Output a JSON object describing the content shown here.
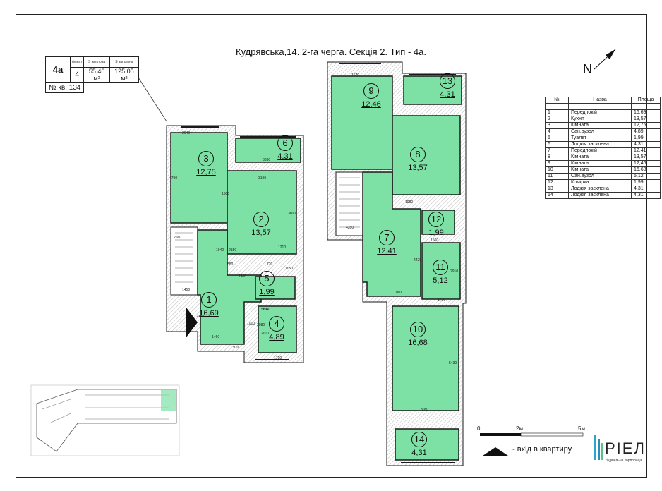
{
  "title": "Кудрявська,14. 2-га черга. Секція 2. Тип - 4а.",
  "apartment": {
    "type": "4а",
    "rooms_header": "кімнат",
    "rooms": "4",
    "living_header": "S житлова",
    "living_area": "55,46 м²",
    "total_header": "S загальна",
    "total_area": "125,05 м²",
    "number": "№ кв. 134"
  },
  "north_label": "N",
  "legend": {
    "headers": [
      "№",
      "Назва",
      "Площа"
    ],
    "rows": [
      [
        "1",
        "Передпокій",
        "16,69"
      ],
      [
        "2",
        "Кухня",
        "13,57"
      ],
      [
        "3",
        "Кімната",
        "12,75"
      ],
      [
        "4",
        "Сан.вузол",
        "4,89"
      ],
      [
        "5",
        "Туалет",
        "1,99"
      ],
      [
        "6",
        "Лоджія засклена",
        "4,31"
      ],
      [
        "7",
        "Передпокій",
        "12,41"
      ],
      [
        "8",
        "Кімната",
        "13,57"
      ],
      [
        "9",
        "Кімната",
        "12,46"
      ],
      [
        "10",
        "Кімната",
        "16,68"
      ],
      [
        "11",
        "Сан.вузол",
        "5,12"
      ],
      [
        "12",
        "Комірка",
        "1,99"
      ],
      [
        "13",
        "Лоджія засклена",
        "4,31"
      ],
      [
        "14",
        "Лоджія засклена",
        "4,31"
      ]
    ]
  },
  "rooms_level1": [
    {
      "num": "1",
      "area": "16,69"
    },
    {
      "num": "2",
      "area": "13,57"
    },
    {
      "num": "3",
      "area": "12,75"
    },
    {
      "num": "4",
      "area": "4,89"
    },
    {
      "num": "5",
      "area": "1,99"
    },
    {
      "num": "6",
      "area": "4,31"
    }
  ],
  "rooms_level2": [
    {
      "num": "7",
      "area": "12,41"
    },
    {
      "num": "8",
      "area": "13,57"
    },
    {
      "num": "9",
      "area": "12,46"
    },
    {
      "num": "10",
      "area": "16,68"
    },
    {
      "num": "11",
      "area": "5,12"
    },
    {
      "num": "12",
      "area": "1,99"
    },
    {
      "num": "13",
      "area": "4,31"
    },
    {
      "num": "14",
      "area": "4,31"
    }
  ],
  "dimensions": [
    "2640",
    "3030",
    "4700",
    "3190",
    "3800",
    "2660",
    "1940",
    "1210",
    "1480",
    "1710",
    "1450",
    "1460",
    "2320",
    "2980",
    "4350",
    "1730",
    "2910",
    "3080",
    "5430",
    "1060",
    "2150",
    "1600",
    "1980",
    "4420",
    "1040",
    "720",
    "580",
    "1050",
    "2010",
    "1560",
    "880",
    "910",
    "1010",
    "1670"
  ],
  "scale": {
    "zero": "0",
    "mid": "2м",
    "end": "5м"
  },
  "entry_label": "-  вхід в квартиру",
  "logo": {
    "name": "РІЕЛ",
    "tagline": "будівельна корпорація"
  },
  "colors": {
    "room_fill": "#7de0a4",
    "wall": "#1a1a1a",
    "loggia": "#7de0a4",
    "hatch": "#888888",
    "logo_accent": "#2aa6c8"
  }
}
